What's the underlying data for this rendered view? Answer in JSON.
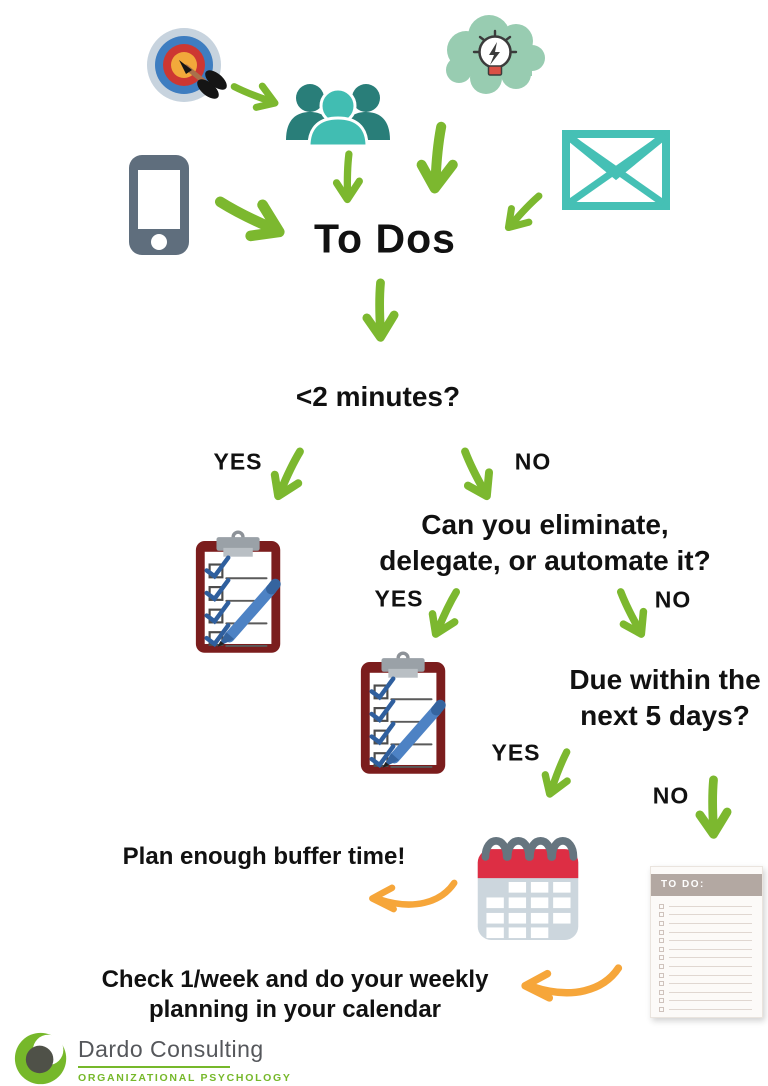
{
  "title": "To Dos",
  "labels": {
    "yes": "YES",
    "no": "NO"
  },
  "questions": {
    "two_minutes": "<2 minutes?",
    "eliminate_l1": "Can you eliminate,",
    "eliminate_l2": "delegate, or automate it?",
    "due_l1": "Due within the",
    "due_l2": "next 5 days?"
  },
  "notes": {
    "buffer": "Plan enough buffer time!",
    "weekly_l1": "Check 1/week and do your weekly",
    "weekly_l2": "planning in your calendar"
  },
  "todo_pad": {
    "header": "TO DO:",
    "row_count": 13
  },
  "logo": {
    "company": "Dardo Consulting",
    "tagline": "ORGANIZATIONAL PSYCHOLOGY"
  },
  "icons": {
    "sources": [
      "target-icon",
      "team-icon",
      "idea-cloud-icon",
      "phone-icon",
      "email-icon"
    ],
    "results": [
      "checklist-clipboard-icon",
      "checklist-clipboard-icon",
      "calendar-icon",
      "todo-list-pad-icon"
    ]
  },
  "colors": {
    "arrow_green": "#7cb82f",
    "arrow_orange": "#f6a63a",
    "text": "#111111",
    "logo_green": "#76b82a",
    "logo_gray": "#55575b",
    "team_teal_dark": "#297e79",
    "team_teal_light": "#41bdb2",
    "envelope_teal": "#45c0b5",
    "clipboard_red": "#7b1d1d",
    "calendar_red": "#dd2e44",
    "calendar_body": "#ccd6dd",
    "phone_gray": "#5f6e7d",
    "cloud_green": "#98ccb1",
    "pad_taupe": "#b3a8a2"
  }
}
